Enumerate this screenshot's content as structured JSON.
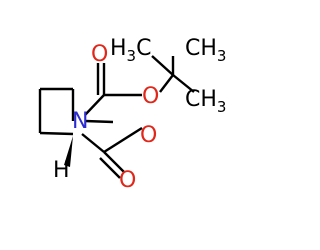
{
  "molecule": {
    "atom_labels": {
      "n": "N",
      "o_carbonyl_boc": "O",
      "o_ester_boc": "O",
      "o_ester_acid": "O",
      "o_carbonyl_acid": "O",
      "h_stereo": "H",
      "ch3_upper_right": "CH",
      "ch3_upper_right_sub": "3",
      "ch3_lower_right": "CH",
      "ch3_lower_right_sub": "3",
      "ch3_left": "H",
      "ch3_left_sub": "3",
      "ch3_left_c": "C"
    },
    "colors": {
      "bond": "#000000",
      "nitrogen": "#2b2bd0",
      "oxygen": "#e0271a",
      "carbon": "#000000"
    }
  }
}
